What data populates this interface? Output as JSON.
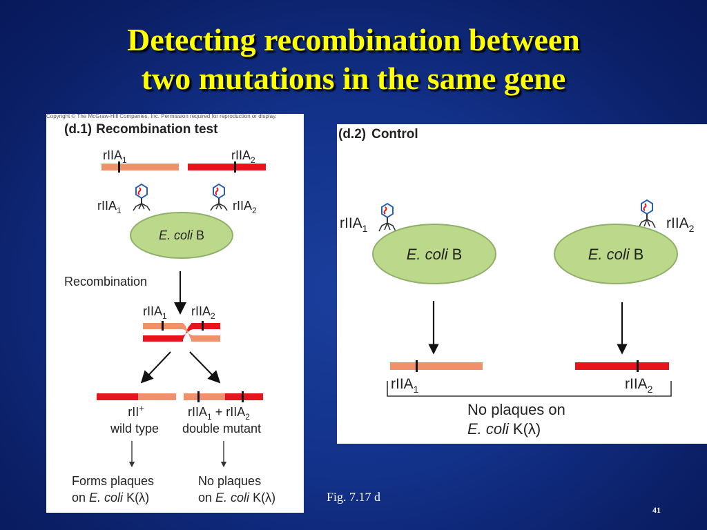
{
  "slide": {
    "title_line1": "Detecting recombination between",
    "title_line2": "two mutations in the same gene",
    "caption": "Fig. 7.17 d",
    "page_number": "41"
  },
  "panel1": {
    "copyright": "Copyright © The McGraw-Hill Companies, Inc. Permission required for reproduction or display.",
    "heading_tag": "(d.1)",
    "heading": "Recombination test",
    "gene_label": "rIIA",
    "mutant1_sub": "1",
    "mutant2_sub": "2",
    "host_italic": "E. coli",
    "host_strain": "B",
    "recombination_label": "Recombination",
    "wildtype_label": "rII",
    "wildtype_sup": "+",
    "wildtype_desc": "wild type",
    "double_plus": " + ",
    "double_desc": "double mutant",
    "forms_plaques": "Forms plaques",
    "no_plaques": "No plaques",
    "on": "on ",
    "kstrain": "K(λ)"
  },
  "panel2": {
    "heading_tag": "(d.2)",
    "heading": "Control",
    "gene_label": "rIIA",
    "mutant1_sub": "1",
    "mutant2_sub": "2",
    "host_italic": "E. coli",
    "host_strain": "B",
    "result_line1": "No plaques on",
    "result_italic": "E. coli",
    "result_strain": "K(λ)"
  },
  "colors": {
    "light_allele": "#f0916a",
    "dark_allele": "#e8141b",
    "ecoli_fill": "#bcd98b",
    "ecoli_stroke": "#8fb06a",
    "title": "#ffff00"
  }
}
